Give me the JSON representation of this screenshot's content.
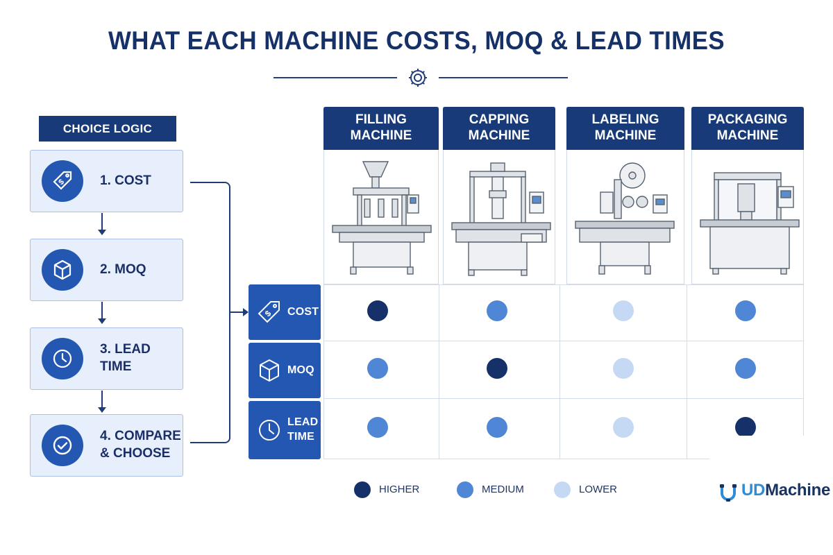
{
  "title": "WHAT EACH MACHINE COSTS, MOQ & LEAD TIMES",
  "logic": {
    "header": "CHOICE LOGIC",
    "steps": [
      {
        "label": "1. COST",
        "icon": "price-tag-icon"
      },
      {
        "label": "2. MOQ",
        "icon": "box-icon"
      },
      {
        "label": "3. LEAD TIME",
        "icon": "clock-icon"
      },
      {
        "label": "4. COMPARE\n& CHOOSE",
        "icon": "check-circle-icon"
      }
    ]
  },
  "machines": [
    {
      "label": "FILLING\nMACHINE"
    },
    {
      "label": "CAPPING\nMACHINE"
    },
    {
      "label": "LABELING\nMACHINE"
    },
    {
      "label": "PACKAGING\nMACHINE"
    }
  ],
  "criteria": [
    {
      "label": "COST",
      "icon": "price-tag-icon"
    },
    {
      "label": "MOQ",
      "icon": "box-icon"
    },
    {
      "label": "LEAD\nTIME",
      "icon": "clock-icon"
    }
  ],
  "levels": {
    "higher": {
      "label": "HIGHER",
      "color": "#16316a"
    },
    "medium": {
      "label": "MEDIUM",
      "color": "#4f86d6"
    },
    "lower": {
      "label": "LOWER",
      "color": "#c6d9f4"
    }
  },
  "matrix": [
    [
      "higher",
      "medium",
      "lower",
      "medium"
    ],
    [
      "medium",
      "higher",
      "lower",
      "medium"
    ],
    [
      "medium",
      "medium",
      "lower",
      "higher"
    ]
  ],
  "brand": {
    "prefix": "UD",
    "rest": "Machine"
  }
}
